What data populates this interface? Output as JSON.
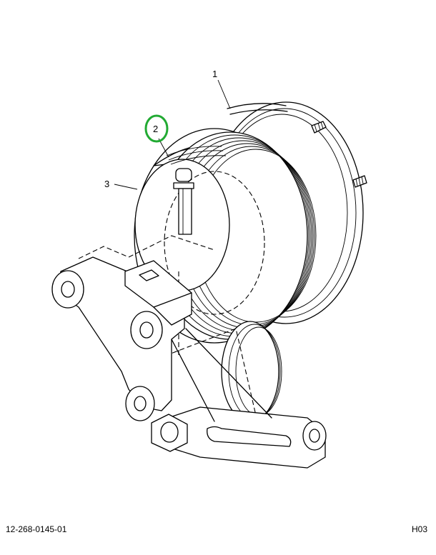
{
  "callouts": [
    {
      "label": "1",
      "highlighted": false
    },
    {
      "label": "2",
      "highlighted": true
    },
    {
      "label": "3",
      "highlighted": false
    }
  ],
  "highlight_color": "#22aa33",
  "footer": {
    "part_number": "12-268-0145-01",
    "sheet_code": "H03"
  }
}
